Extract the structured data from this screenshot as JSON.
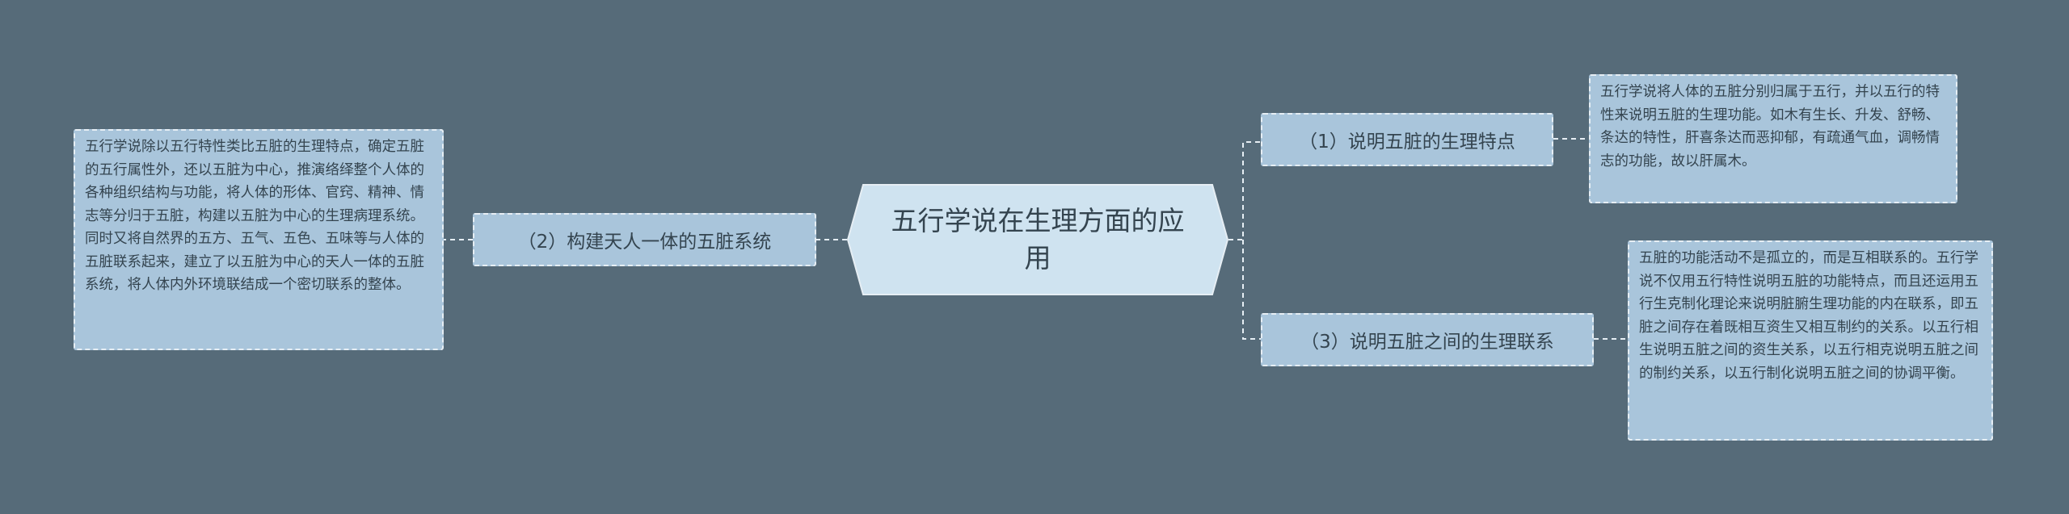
{
  "root": {
    "text": "五行学说在生理方面的应用"
  },
  "branches": [
    {
      "label": "（1）说明五脏的生理特点",
      "detail": "五行学说将人体的五脏分别归属于五行，并以五行的特性来说明五脏的生理功能。如木有生长、升发、舒畅、条达的特性，肝喜条达而恶抑郁，有疏通气血，调畅情志的功能，故以肝属木。"
    },
    {
      "label": "（3）说明五脏之间的生理联系",
      "detail": "五脏的功能活动不是孤立的，而是互相联系的。五行学说不仅用五行特性说明五脏的功能特点，而且还运用五行生克制化理论来说明脏腑生理功能的内在联系，即五脏之间存在着既相互资生又相互制约的关系。以五行相生说明五脏之间的资生关系，以五行相克说明五脏之间的制约关系，以五行制化说明五脏之间的协调平衡。"
    },
    {
      "label": "（2）构建天人一体的五脏系统",
      "detail": "五行学说除以五行特性类比五脏的生理特点，确定五脏的五行属性外，还以五脏为中心，推演络绎整个人体的各种组织结构与功能，将人体的形体、官窍、精神、情志等分归于五脏，构建以五脏为中心的生理病理系统。同时又将自然界的五方、五气、五色、五味等与人体的五脏联系起来，建立了以五脏为中心的天人一体的五脏系统，将人体内外环境联结成一个密切联系的整体。"
    }
  ],
  "colors": {
    "background": "#566b79",
    "node_fill": "#a9c5db",
    "root_fill": "#cfe3f0",
    "line": "#e6eef4"
  }
}
